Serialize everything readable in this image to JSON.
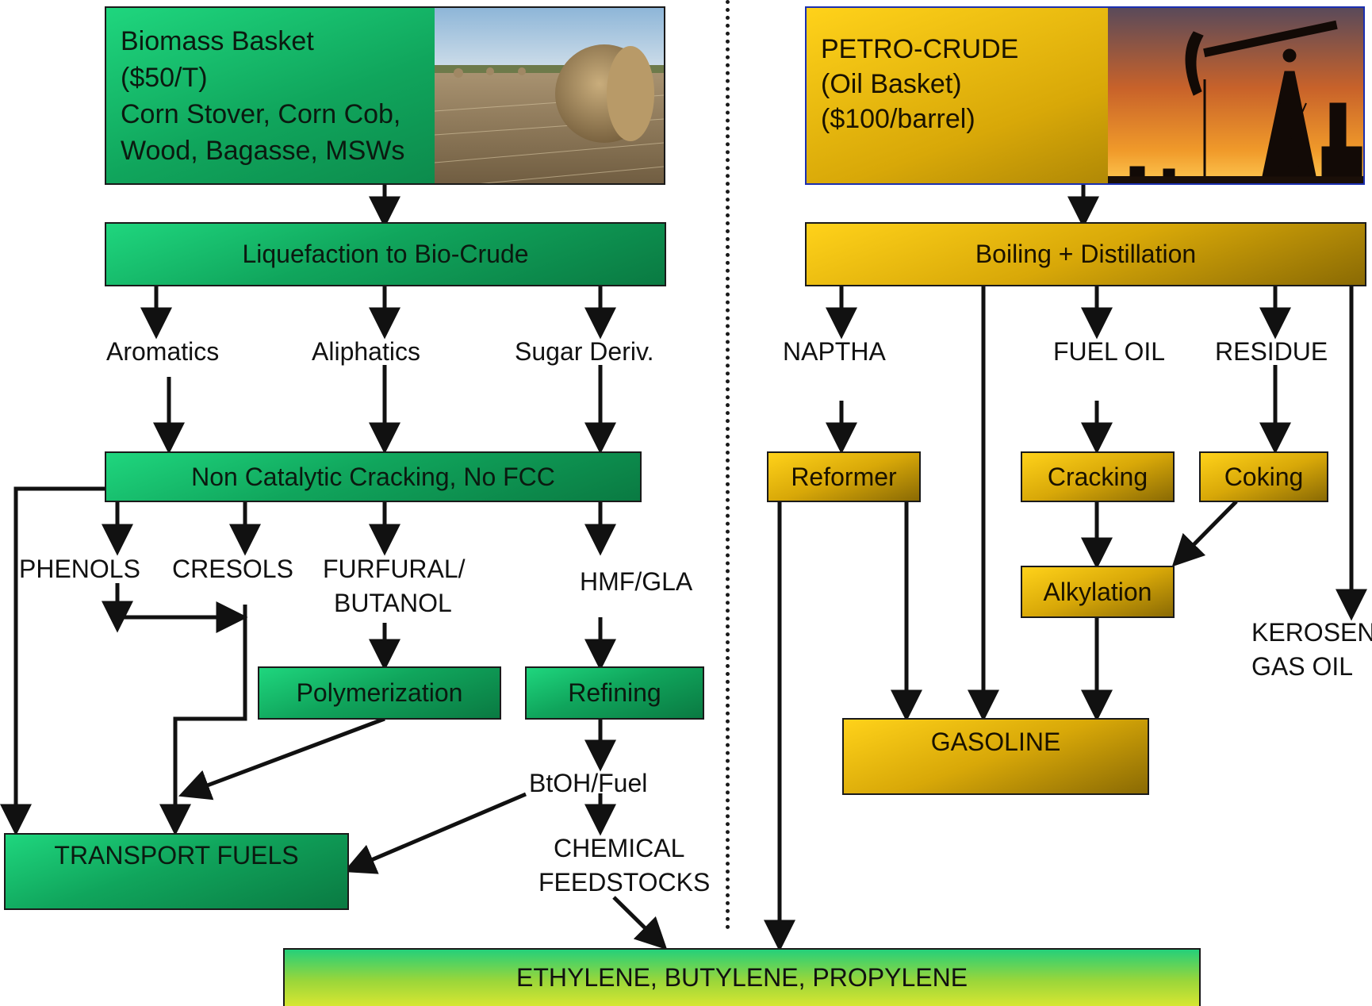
{
  "biomass": {
    "title": "Biomass Basket",
    "price": "($50/T)",
    "sources_line1": "Corn Stover, Corn Cob,",
    "sources_line2": "Wood, Bagasse, MSWs",
    "image_icon": "hay-bale-field-photo"
  },
  "petro": {
    "title": "PETRO-CRUDE",
    "subtitle": "(Oil Basket)",
    "price": "($100/barrel)",
    "image_icon": "oil-pumpjack-sunset-photo"
  },
  "bio_steps": {
    "liquefaction": "Liquefaction to Bio-Crude",
    "aromatics": "Aromatics",
    "aliphatics": "Aliphatics",
    "sugar_deriv": "Sugar Deriv.",
    "cracking": "Non Catalytic Cracking, No FCC",
    "phenols": "PHENOLS",
    "cresols": "CRESOLS",
    "furfural_line1": "FURFURAL/",
    "furfural_line2": "BUTANOL",
    "hmf": "HMF/GLA",
    "polymerization": "Polymerization",
    "refining": "Refining",
    "btoh": "BtOH/Fuel",
    "chemical_line1": "CHEMICAL",
    "chemical_line2": "FEEDSTOCKS",
    "transport_fuels": "TRANSPORT FUELS"
  },
  "petro_steps": {
    "distillation": "Boiling + Distillation",
    "naptha": "NAPTHA",
    "fuel_oil": "FUEL OIL",
    "residue": "RESIDUE",
    "reformer": "Reformer",
    "cracking": "Cracking",
    "coking": "Coking",
    "alkylation": "Alkylation",
    "kerosene_line1": "KEROSENE",
    "kerosene_line2": "GAS OIL",
    "gasoline": "GASOLINE"
  },
  "shared": {
    "olefins": "ETHYLENE, BUTYLENE, PROPYLENE"
  },
  "colors": {
    "bio_green": "#10a55c",
    "petro_gold": "#d8a808",
    "olefin_lime": "#9ad63a"
  }
}
